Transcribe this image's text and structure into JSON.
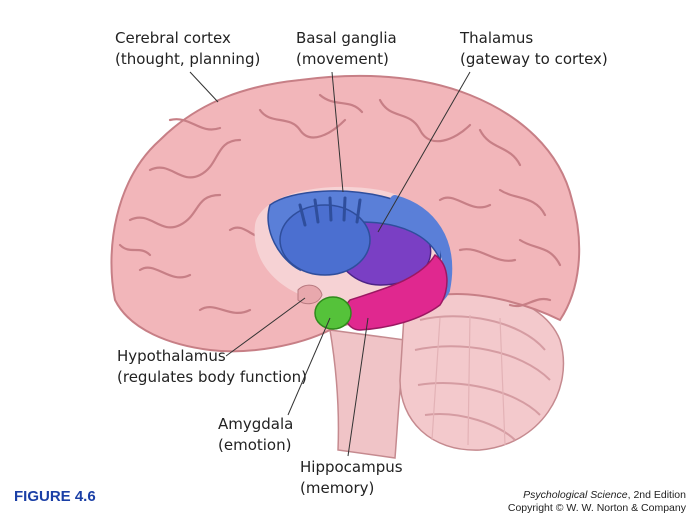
{
  "labels": {
    "cerebral_cortex": {
      "name": "Cerebral cortex",
      "role": "(thought, planning)"
    },
    "basal_ganglia": {
      "name": "Basal ganglia",
      "role": "(movement)"
    },
    "thalamus": {
      "name": "Thalamus",
      "role": "(gateway to cortex)"
    },
    "hypothalamus": {
      "name": "Hypothalamus",
      "role": "(regulates body function)"
    },
    "amygdala": {
      "name": "Amygdala",
      "role": "(emotion)"
    },
    "hippocampus": {
      "name": "Hippocampus",
      "role": "(memory)"
    }
  },
  "figure": {
    "label": "FIGURE 4.6",
    "credit_title": "Psychological Science",
    "credit_edition": ", 2nd Edition",
    "credit_copyright": "Copyright © W. W. Norton & Company"
  },
  "colors": {
    "cortex": "#f2b6ba",
    "cortex_outline": "#c77f86",
    "basal_ganglia": "#5a7fd8",
    "thalamus": "#7a3fc4",
    "hippocampus": "#e0288f",
    "amygdala": "#55c23a",
    "cerebellum": "#f3c9cc",
    "brainstem": "#f0c4c7",
    "figure_label": "#1a3fa6"
  }
}
